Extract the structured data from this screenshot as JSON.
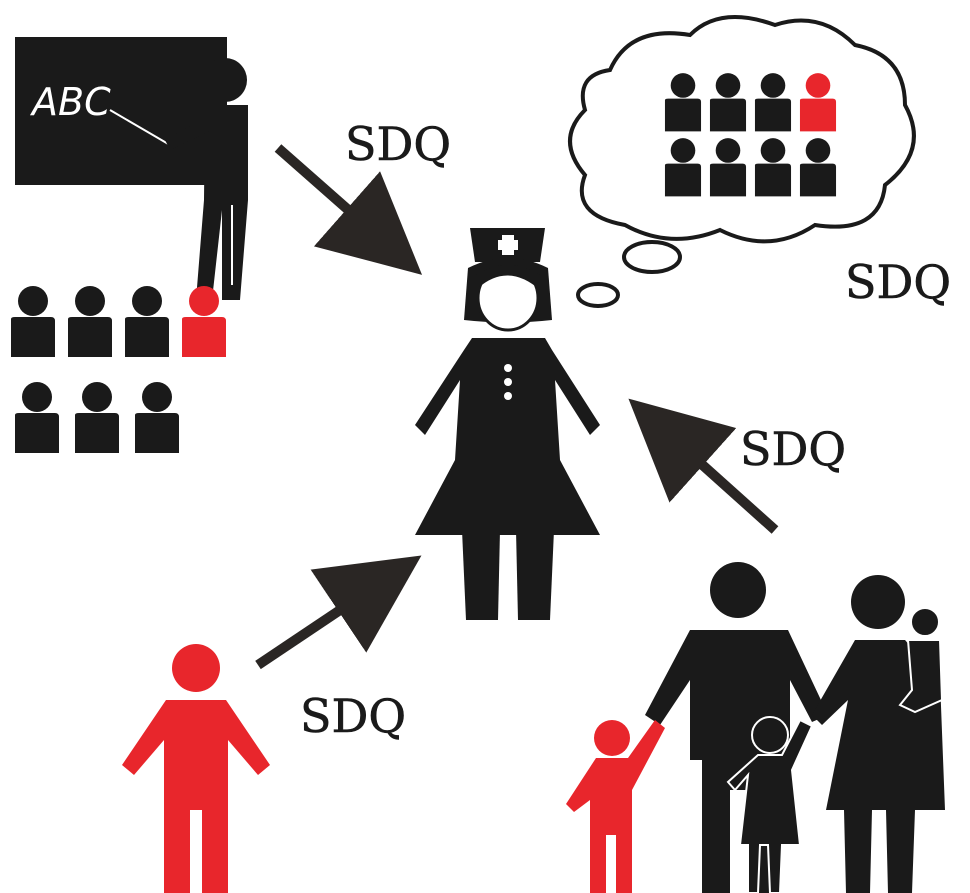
{
  "labels": {
    "blackboard_text": "ABC",
    "sdq_teacher": "SDQ",
    "sdq_thought": "SDQ",
    "sdq_parents": "SDQ",
    "sdq_child": "SDQ"
  },
  "colors": {
    "figure": "#1a1a1a",
    "highlight": "#e8262c",
    "background": "#ffffff",
    "arrow": "#2a2624"
  },
  "icons": {
    "teacher": "teacher-at-blackboard-icon",
    "nurse": "school-nurse-icon",
    "child": "child-icon",
    "family": "family-icon",
    "class_group": "class-group-icon",
    "thought_cloud": "thought-cloud-icon"
  }
}
